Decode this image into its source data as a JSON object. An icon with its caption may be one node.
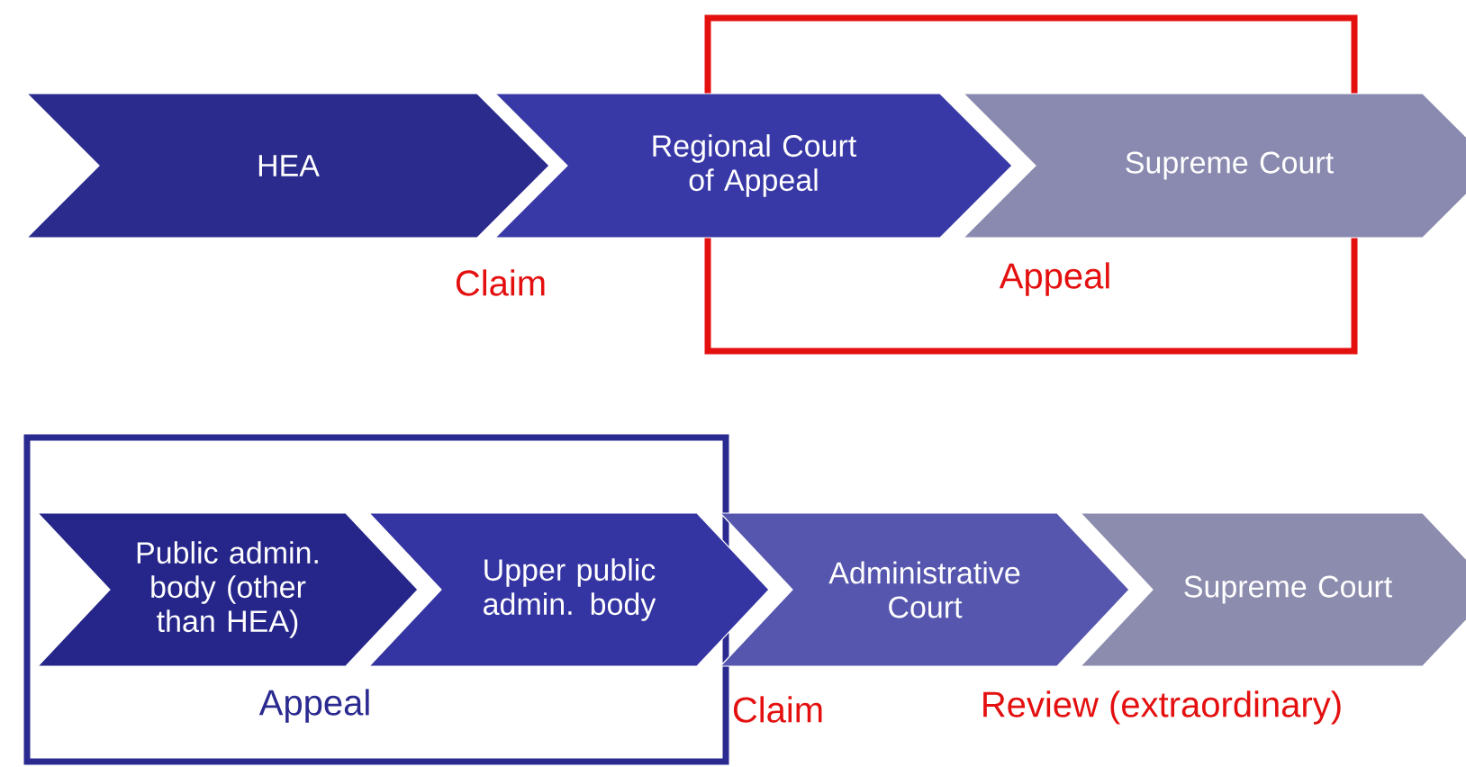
{
  "diagram": {
    "nodes": [
      {
        "text": [
          "HEA"
        ]
      },
      {
        "text": [
          "Regional Court of Appeal"
        ]
      },
      {
        "text": [
          "Appeal"
        ]
      },
      {
        "text": [
          "Supreme Court"
        ]
      },
      {
        "text": [
          "Appeal"
        ]
      },
      {
        "text": [
          "Public admin. body (other than HEA)"
        ],
        "in": 4
      },
      {
        "text": [
          "Upper public admin. body"
        ]
      },
      {
        "text": [
          "Administrative Court"
        ]
      },
      {
        "text": [
          "Supreme Court"
        ]
      }
    ],
    "labels": [
      "Claim",
      "Claim",
      "Review (extraordinary)"
    ]
  }
}
